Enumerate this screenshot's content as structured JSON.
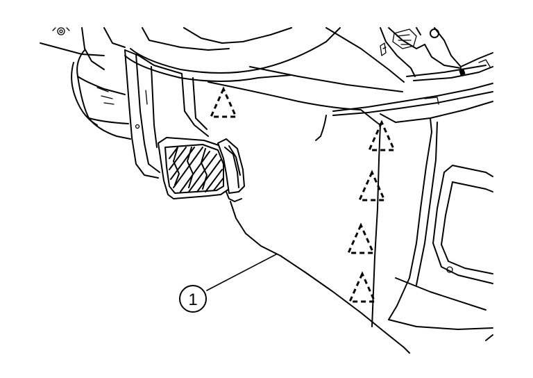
{
  "callouts": [
    {
      "number": "1",
      "target": "lower-dash-side-trim"
    }
  ],
  "clip_markers": {
    "count": 5,
    "symbol": "dashed-triangle"
  }
}
